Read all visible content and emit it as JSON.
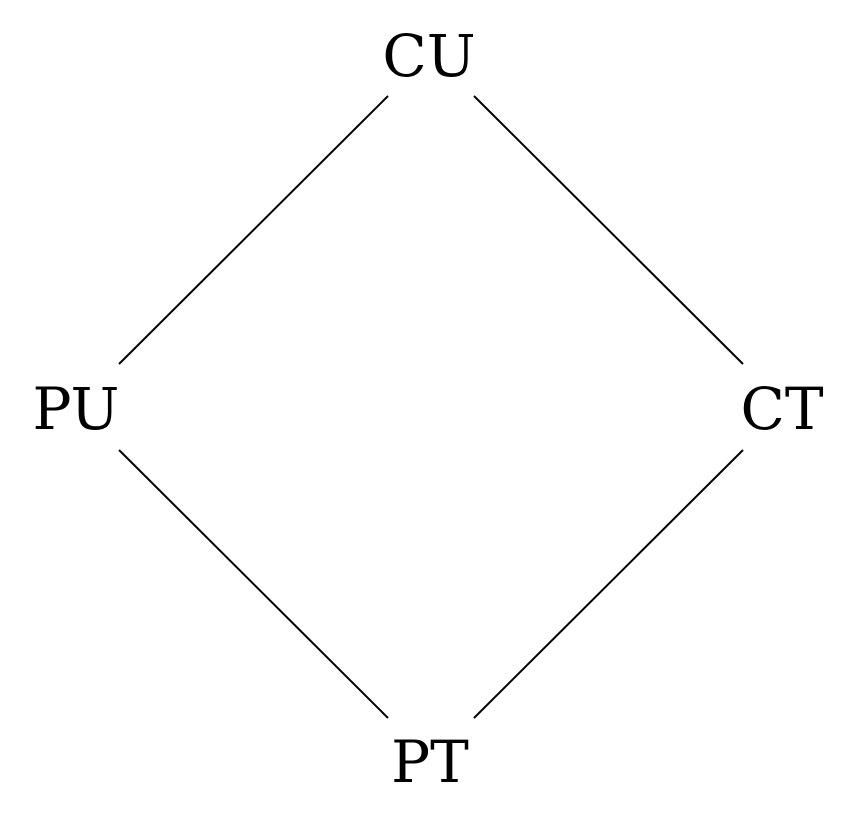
{
  "diagram": {
    "nodes": {
      "top": {
        "label": "CU"
      },
      "left": {
        "label": "PU"
      },
      "right": {
        "label": "CT"
      },
      "bottom": {
        "label": "PT"
      }
    },
    "edges": [
      [
        "CU",
        "PU"
      ],
      [
        "CU",
        "CT"
      ],
      [
        "PU",
        "PT"
      ],
      [
        "CT",
        "PT"
      ]
    ],
    "colors": {
      "background": "#ffffff",
      "ink": "#000000"
    }
  }
}
